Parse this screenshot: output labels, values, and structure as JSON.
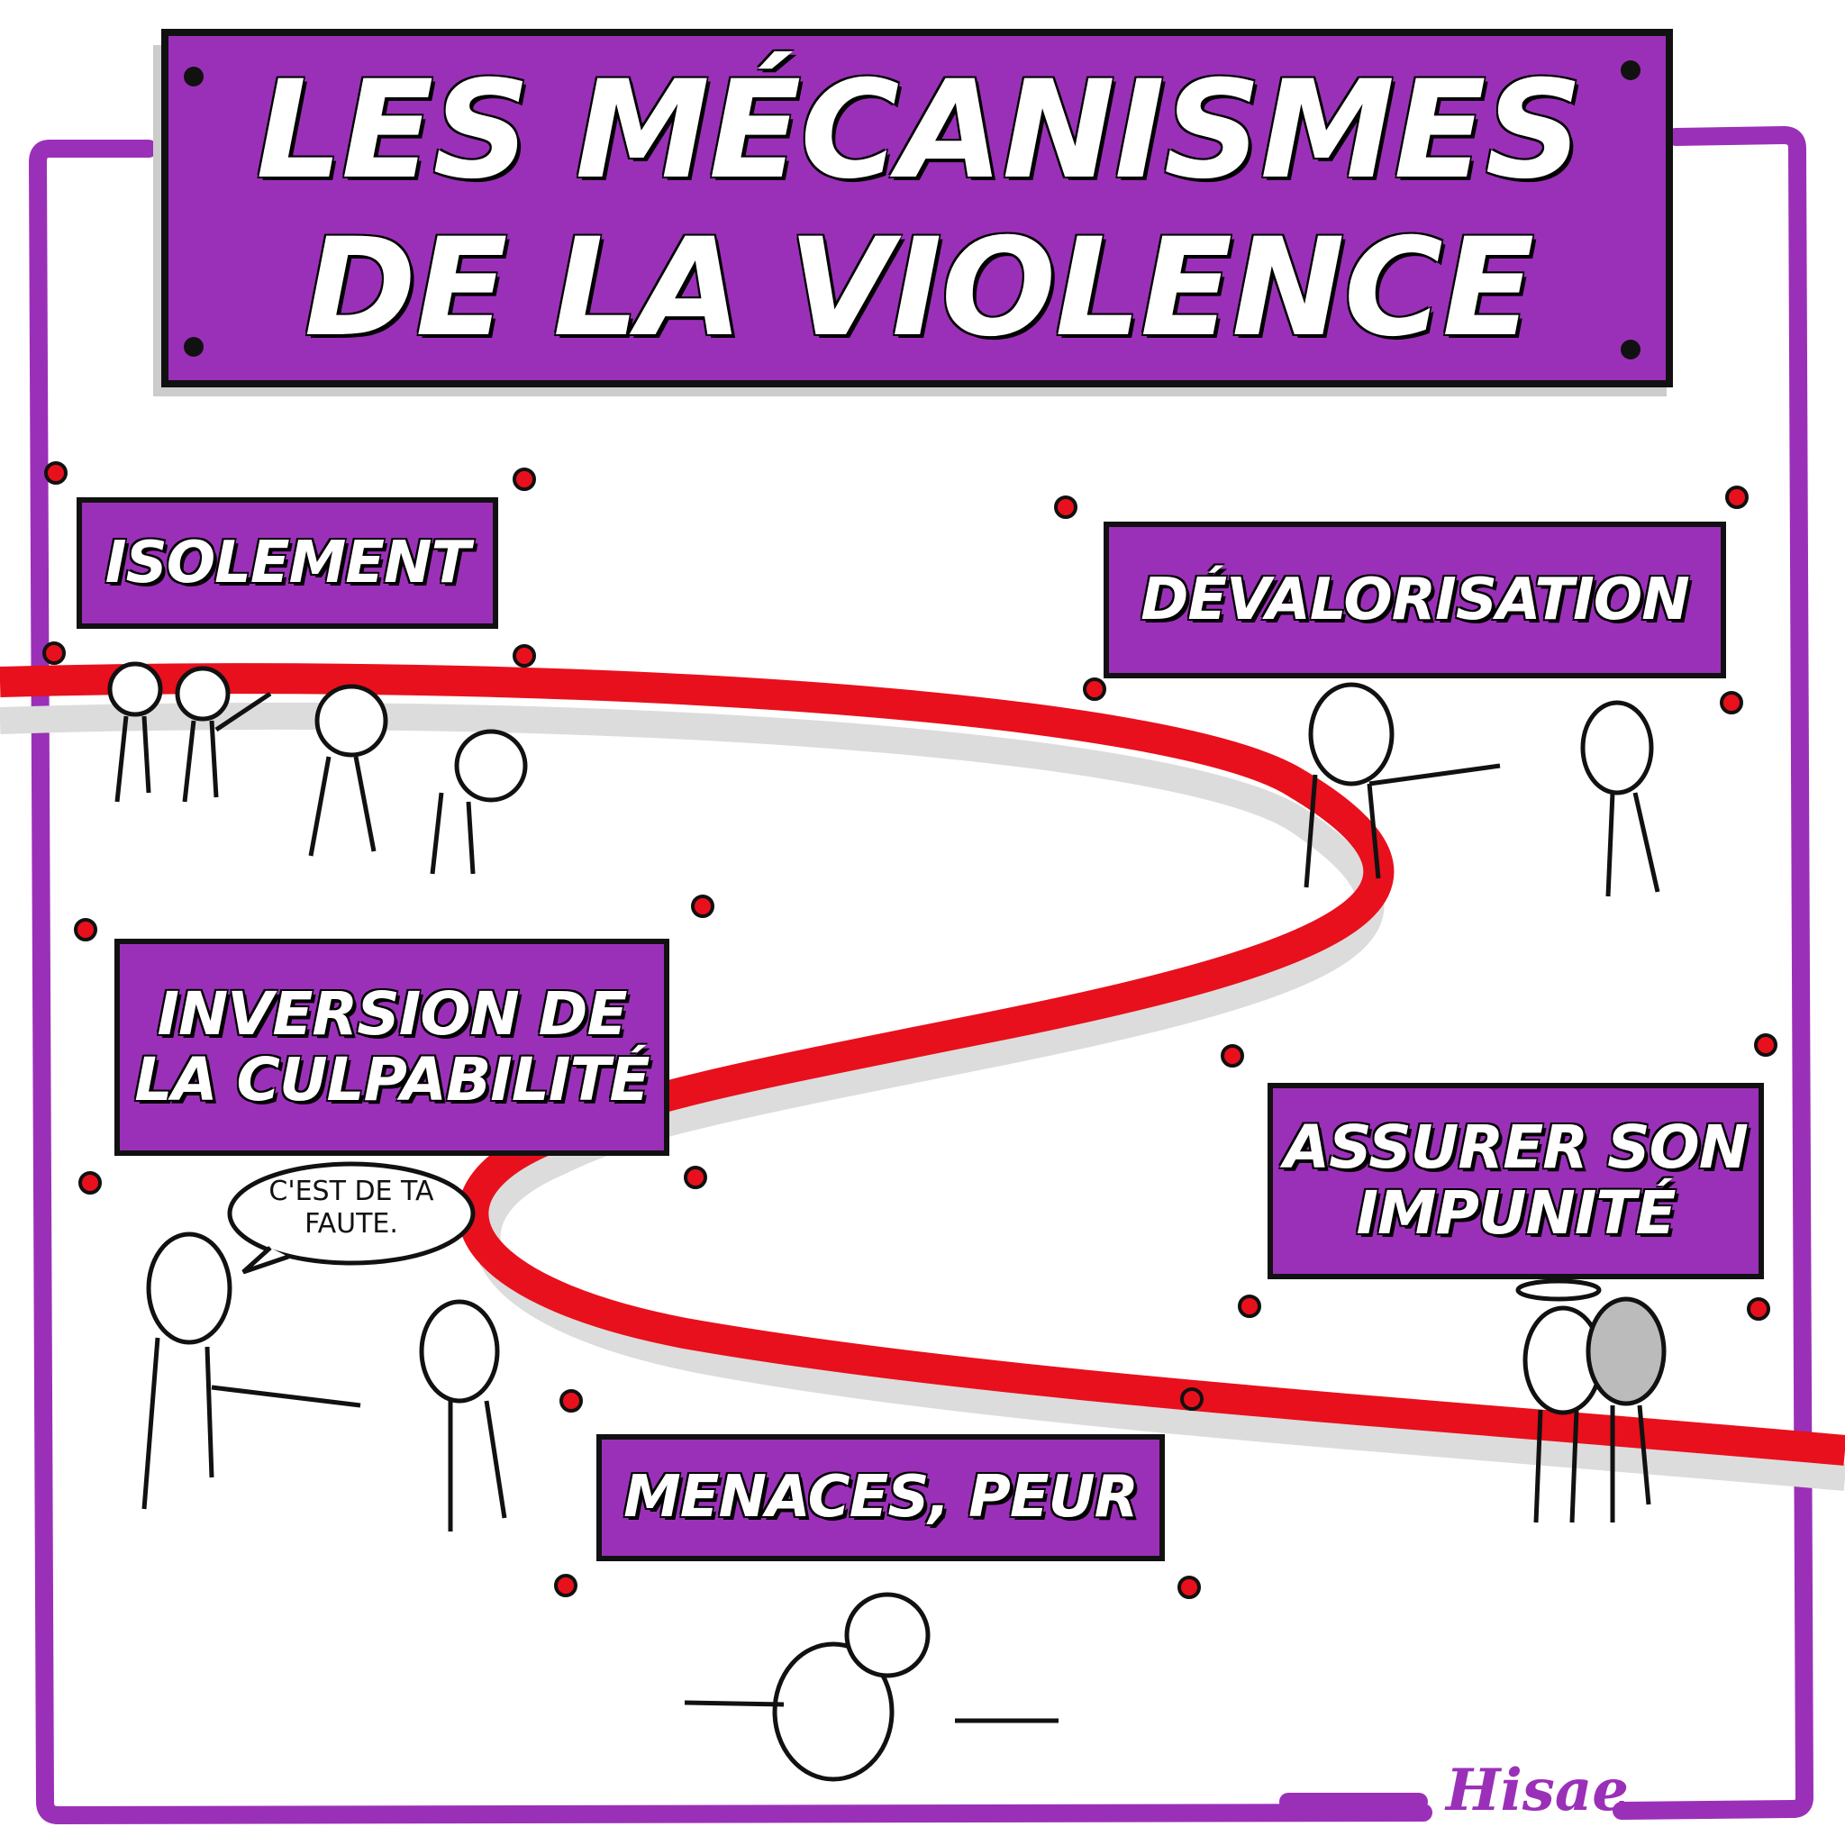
{
  "title": {
    "line1": "LES MÉCANISMES",
    "line2": "DE LA VIOLENCE"
  },
  "stages": [
    {
      "label": "ISOLEMENT"
    },
    {
      "label": "DÉVALORISATION"
    },
    {
      "label": "INVERSION DE LA CULPABILITÉ"
    },
    {
      "label": "ASSURER SON IMPUNITÉ"
    },
    {
      "label": "MENACES, PEUR"
    }
  ],
  "speech_bubble": "C'EST DE TA FAUTE.",
  "signature": "Hisae",
  "colors": {
    "purple": "#9b30b8",
    "road": "#e8101c",
    "shadow": "#d9d9d9",
    "skin": "#f6c3ae"
  }
}
